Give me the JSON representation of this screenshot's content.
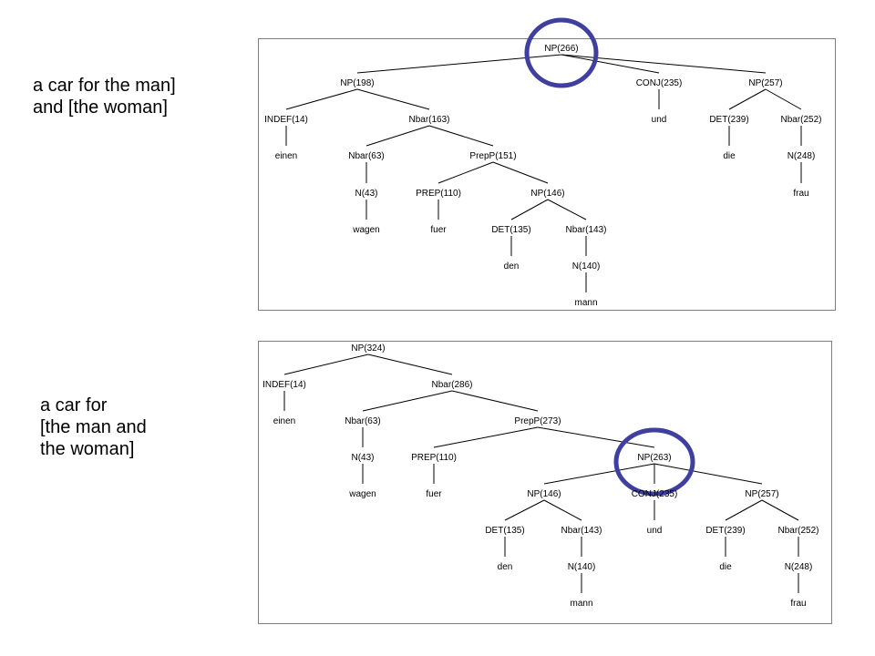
{
  "captions": {
    "top": [
      "a car for the man]",
      "and [the woman]"
    ],
    "bottom": [
      "a car for",
      "[the man and",
      "the woman]"
    ]
  },
  "colors": {
    "highlight": "#3f3f9f",
    "frame": "#7f7f7f"
  },
  "trees": {
    "top": {
      "nodes": [
        {
          "id": "np266",
          "label": "NP(266)",
          "parent": null,
          "highlight": true
        },
        {
          "id": "np198",
          "label": "NP(198)",
          "parent": "np266"
        },
        {
          "id": "conj235",
          "label": "CONJ(235)",
          "parent": "np266"
        },
        {
          "id": "np257",
          "label": "NP(257)",
          "parent": "np266"
        },
        {
          "id": "indef14",
          "label": "INDEF(14)",
          "parent": "np198"
        },
        {
          "id": "nbar163",
          "label": "Nbar(163)",
          "parent": "np198"
        },
        {
          "id": "und",
          "label": "und",
          "parent": "conj235"
        },
        {
          "id": "det239",
          "label": "DET(239)",
          "parent": "np257"
        },
        {
          "id": "nbar252",
          "label": "Nbar(252)",
          "parent": "np257"
        },
        {
          "id": "einen",
          "label": "einen",
          "parent": "indef14"
        },
        {
          "id": "nbar63",
          "label": "Nbar(63)",
          "parent": "nbar163"
        },
        {
          "id": "prepp151",
          "label": "PrepP(151)",
          "parent": "nbar163"
        },
        {
          "id": "die",
          "label": "die",
          "parent": "det239"
        },
        {
          "id": "n248",
          "label": "N(248)",
          "parent": "nbar252"
        },
        {
          "id": "n43",
          "label": "N(43)",
          "parent": "nbar63"
        },
        {
          "id": "prep110",
          "label": "PREP(110)",
          "parent": "prepp151"
        },
        {
          "id": "np146",
          "label": "NP(146)",
          "parent": "prepp151"
        },
        {
          "id": "frau",
          "label": "frau",
          "parent": "n248"
        },
        {
          "id": "wagen",
          "label": "wagen",
          "parent": "n43"
        },
        {
          "id": "fuer",
          "label": "fuer",
          "parent": "prep110"
        },
        {
          "id": "det135",
          "label": "DET(135)",
          "parent": "np146"
        },
        {
          "id": "nbar143",
          "label": "Nbar(143)",
          "parent": "np146"
        },
        {
          "id": "den",
          "label": "den",
          "parent": "det135"
        },
        {
          "id": "n140",
          "label": "N(140)",
          "parent": "nbar143"
        },
        {
          "id": "mann",
          "label": "mann",
          "parent": "n140"
        }
      ]
    },
    "bottom": {
      "nodes": [
        {
          "id": "np324",
          "label": "NP(324)",
          "parent": null
        },
        {
          "id": "indef14",
          "label": "INDEF(14)",
          "parent": "np324"
        },
        {
          "id": "nbar286",
          "label": "Nbar(286)",
          "parent": "np324"
        },
        {
          "id": "einen",
          "label": "einen",
          "parent": "indef14"
        },
        {
          "id": "nbar63",
          "label": "Nbar(63)",
          "parent": "nbar286"
        },
        {
          "id": "prepp273",
          "label": "PrepP(273)",
          "parent": "nbar286"
        },
        {
          "id": "n43",
          "label": "N(43)",
          "parent": "nbar63"
        },
        {
          "id": "prep110",
          "label": "PREP(110)",
          "parent": "prepp273"
        },
        {
          "id": "np263",
          "label": "NP(263)",
          "parent": "prepp273",
          "highlight": true
        },
        {
          "id": "wagen",
          "label": "wagen",
          "parent": "n43"
        },
        {
          "id": "fuer",
          "label": "fuer",
          "parent": "prep110"
        },
        {
          "id": "np146",
          "label": "NP(146)",
          "parent": "np263"
        },
        {
          "id": "conj235",
          "label": "CONJ(235)",
          "parent": "np263"
        },
        {
          "id": "np257",
          "label": "NP(257)",
          "parent": "np263"
        },
        {
          "id": "det135",
          "label": "DET(135)",
          "parent": "np146"
        },
        {
          "id": "nbar143",
          "label": "Nbar(143)",
          "parent": "np146"
        },
        {
          "id": "und",
          "label": "und",
          "parent": "conj235"
        },
        {
          "id": "det239",
          "label": "DET(239)",
          "parent": "np257"
        },
        {
          "id": "nbar252",
          "label": "Nbar(252)",
          "parent": "np257"
        },
        {
          "id": "den",
          "label": "den",
          "parent": "det135"
        },
        {
          "id": "n140",
          "label": "N(140)",
          "parent": "nbar143"
        },
        {
          "id": "die",
          "label": "die",
          "parent": "det239"
        },
        {
          "id": "n248",
          "label": "N(248)",
          "parent": "nbar252"
        },
        {
          "id": "mann",
          "label": "mann",
          "parent": "n140"
        },
        {
          "id": "frau",
          "label": "frau",
          "parent": "n248"
        }
      ]
    }
  }
}
